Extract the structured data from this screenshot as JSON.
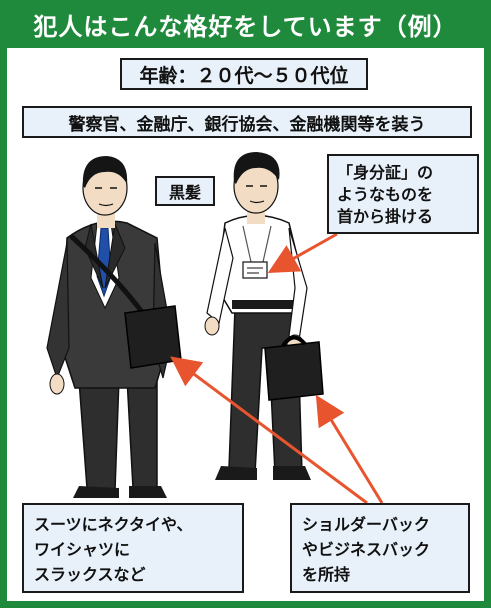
{
  "title": "犯人はこんな格好をしています（例）",
  "age": "年齢：２０代～５０代位",
  "pose": "警察官、金融庁、銀行協会、金融機関等を装う",
  "hair": "黒髪",
  "id_note": "「身分証」の\nようなものを\n首から掛ける",
  "clothes_note": "スーツにネクタイや、\nワイシャツに\nスラックスなど",
  "bag_note": "ショルダーバック\nやビジネスバック\nを所持",
  "colors": {
    "frame_green": "#1f8a3c",
    "box_fill": "#e8f1fa",
    "arrow_red": "#e8542e",
    "tie_blue": "#1f4fa8",
    "suit_dark": "#2b2b2b"
  }
}
